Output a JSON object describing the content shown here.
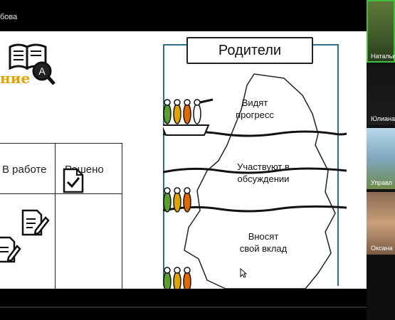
{
  "window": {
    "presenter_name": "бова"
  },
  "slide": {
    "heading_fragment": "ние",
    "table": {
      "columns": [
        "В работе",
        "Решено"
      ]
    },
    "iceberg": {
      "title": "Родители",
      "levels": [
        {
          "line1": "Видят",
          "line2": "прогресс"
        },
        {
          "line1": "Участвуют в",
          "line2": "обсуждении"
        },
        {
          "line1": "Вносят",
          "line2": "свой вклад"
        }
      ]
    }
  },
  "participants": [
    {
      "name": "Натальи"
    },
    {
      "name": "Юлиана"
    },
    {
      "name": "Управл"
    },
    {
      "name": "Оксана"
    }
  ],
  "colors": {
    "accent_orange": "#e0a400",
    "frame_blue": "#2c6f8a",
    "active_speaker": "#3fbf3f"
  }
}
